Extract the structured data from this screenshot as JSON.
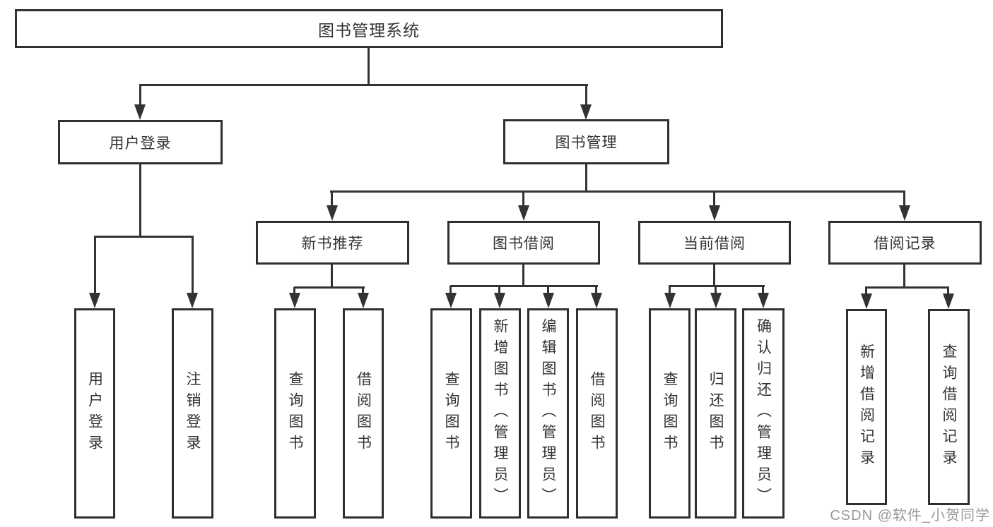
{
  "tree": {
    "label": "图书管理系统",
    "children": [
      {
        "label": "用户登录",
        "children": [
          {
            "label": "用户登录"
          },
          {
            "label": "注销登录"
          }
        ]
      },
      {
        "label": "图书管理",
        "children": [
          {
            "label": "新书推荐",
            "children": [
              {
                "label": "查询图书"
              },
              {
                "label": "借阅图书"
              }
            ]
          },
          {
            "label": "图书借阅",
            "children": [
              {
                "label": "查询图书"
              },
              {
                "label": "新增图书（管理员）"
              },
              {
                "label": "编辑图书（管理员）"
              },
              {
                "label": "借阅图书"
              }
            ]
          },
          {
            "label": "当前借阅",
            "children": [
              {
                "label": "查询图书"
              },
              {
                "label": "归还图书"
              },
              {
                "label": "确认归还（管理员）"
              }
            ]
          },
          {
            "label": "借阅记录",
            "children": [
              {
                "label": "新增借阅记录"
              },
              {
                "label": "查询借阅记录"
              }
            ]
          }
        ]
      }
    ]
  },
  "watermark": "CSDN @软件_小贺同学",
  "colors": {
    "line": "#333333",
    "box_border": "#2f2f2f",
    "text": "#333333",
    "background": "#ffffff",
    "watermark": "#949494"
  }
}
